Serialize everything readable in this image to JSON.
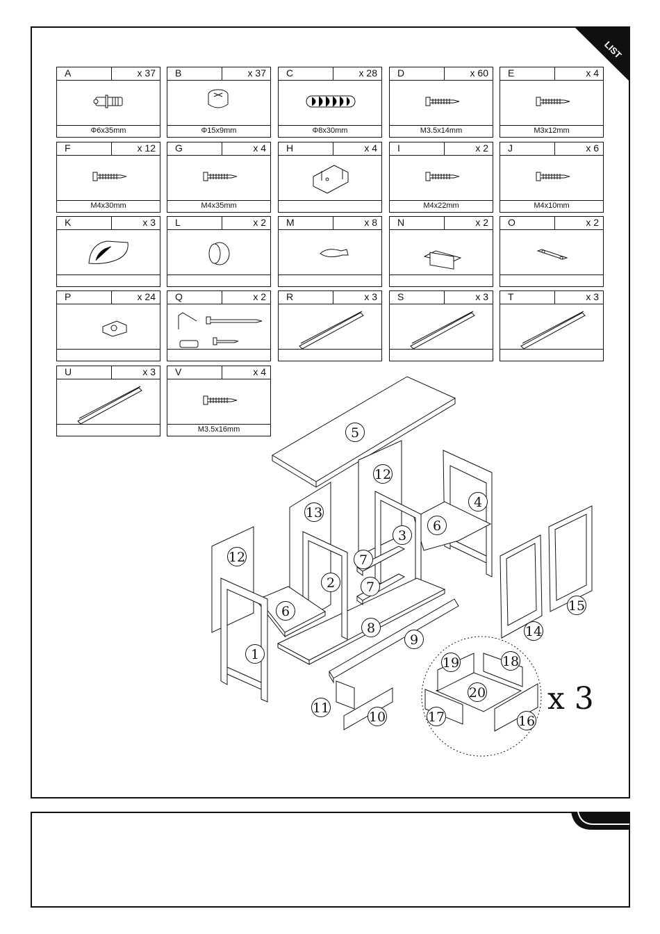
{
  "corner_label": "LIST",
  "parts": [
    {
      "letter": "A",
      "qty": "x 37",
      "spec": "Φ6x35mm",
      "icon": "dowel-icon"
    },
    {
      "letter": "B",
      "qty": "x 37",
      "spec": "Φ15x9mm",
      "icon": "cam-lock-icon"
    },
    {
      "letter": "C",
      "qty": "x 28",
      "spec": "Φ8x30mm",
      "icon": "wood-dowel-icon"
    },
    {
      "letter": "D",
      "qty": "x 60",
      "spec": "M3.5x14mm",
      "icon": "screw-icon"
    },
    {
      "letter": "E",
      "qty": "x 4",
      "spec": "M3x12mm",
      "icon": "screw-icon"
    },
    {
      "letter": "F",
      "qty": "x 12",
      "spec": "M4x30mm",
      "icon": "screw-icon"
    },
    {
      "letter": "G",
      "qty": "x 4",
      "spec": "M4x35mm",
      "icon": "screw-icon"
    },
    {
      "letter": "H",
      "qty": "x 4",
      "spec": "",
      "icon": "bracket-icon"
    },
    {
      "letter": "I",
      "qty": "x 2",
      "spec": "M4x22mm",
      "icon": "screw-icon"
    },
    {
      "letter": "J",
      "qty": "x 6",
      "spec": "M4x10mm",
      "icon": "screw-icon"
    },
    {
      "letter": "K",
      "qty": "x 3",
      "spec": "",
      "icon": "cup-handle-icon"
    },
    {
      "letter": "L",
      "qty": "x 2",
      "spec": "",
      "icon": "knob-icon"
    },
    {
      "letter": "M",
      "qty": "x 8",
      "spec": "",
      "icon": "shelf-pin-icon"
    },
    {
      "letter": "N",
      "qty": "x 2",
      "spec": "",
      "icon": "magnetic-catch-icon"
    },
    {
      "letter": "O",
      "qty": "x 2",
      "spec": "",
      "icon": "strike-plate-icon"
    },
    {
      "letter": "P",
      "qty": "x 24",
      "spec": "",
      "icon": "drawer-clip-icon"
    },
    {
      "letter": "Q",
      "qty": "x 2",
      "spec": "",
      "icon": "anti-tip-kit-icon"
    },
    {
      "letter": "R",
      "qty": "x 3",
      "spec": "",
      "icon": "drawer-runner-icon"
    },
    {
      "letter": "S",
      "qty": "x 3",
      "spec": "",
      "icon": "drawer-runner-icon"
    },
    {
      "letter": "T",
      "qty": "x 3",
      "spec": "",
      "icon": "drawer-runner-icon"
    },
    {
      "letter": "U",
      "qty": "x 3",
      "spec": "",
      "icon": "drawer-runner-icon"
    },
    {
      "letter": "V",
      "qty": "x 4",
      "spec": "M3.5x16mm",
      "icon": "screw-icon"
    }
  ],
  "diagram": {
    "callouts": [
      "5",
      "12",
      "4",
      "13",
      "6",
      "3",
      "12",
      "7",
      "2",
      "7",
      "6",
      "8",
      "1",
      "9",
      "14",
      "15",
      "19",
      "18",
      "20",
      "11",
      "10",
      "17",
      "16"
    ],
    "multiplier": "x 3"
  }
}
